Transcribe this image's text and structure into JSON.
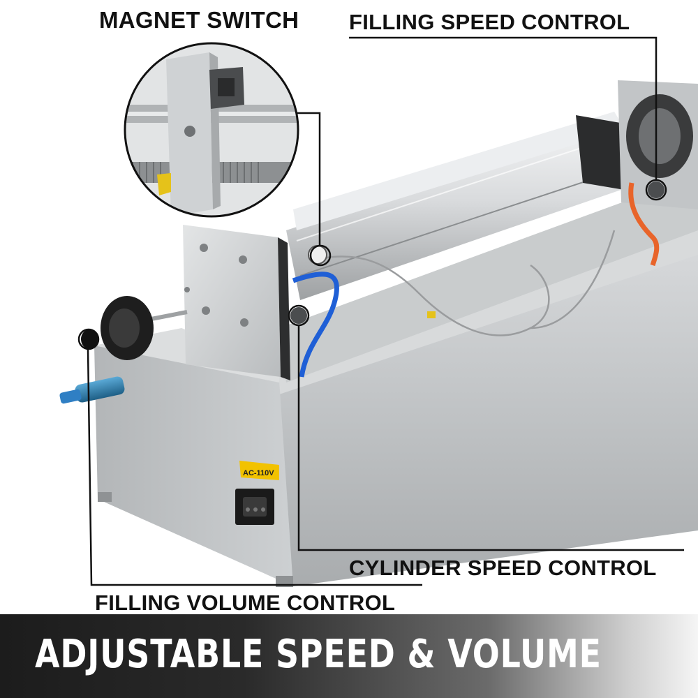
{
  "callouts": {
    "magnet_switch": "MAGNET SWITCH",
    "filling_speed_control": "FILLING SPEED CONTROL",
    "cylinder_speed_control": "CYLINDER SPEED CONTROL",
    "filling_volume_control": "FILLING VOLUME CONTROL"
  },
  "banner": {
    "headline": "ADJUSTABLE SPEED & VOLUME"
  },
  "machine": {
    "voltage_sticker": "AC-110V"
  },
  "colors": {
    "banner_dark": "#1c1c1c",
    "banner_light": "#f5f5f5",
    "steel": "#c9cbcc",
    "sticker_yellow": "#f2c200",
    "air_hose_blue": "#1f5fd6",
    "air_hose_orange": "#e8642a"
  }
}
